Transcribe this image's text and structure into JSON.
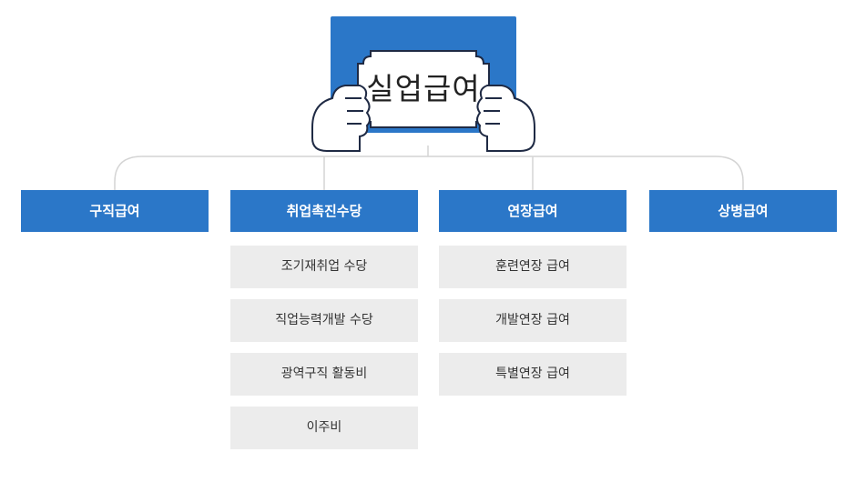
{
  "title": "실업급여",
  "colors": {
    "accent": "#2b77c8",
    "sub_bg": "#ececec",
    "line": "#d4d4d4"
  },
  "categories": [
    {
      "label": "구직급여",
      "items": []
    },
    {
      "label": "취업촉진수당",
      "items": [
        "조기재취업 수당",
        "직업능력개발 수당",
        "광역구직 활동비",
        "이주비"
      ]
    },
    {
      "label": "연장급여",
      "items": [
        "훈련연장 급여",
        "개발연장 급여",
        "특별연장 급여"
      ]
    },
    {
      "label": "상병급여",
      "items": []
    }
  ]
}
